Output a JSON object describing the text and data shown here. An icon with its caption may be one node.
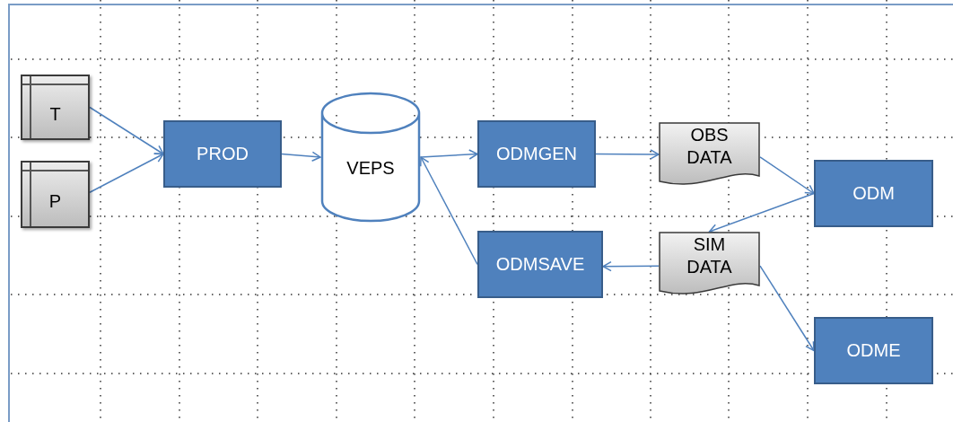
{
  "diagram": {
    "nodes": [
      {
        "text": [
          "T"
        ]
      },
      {
        "text": [
          "P"
        ]
      },
      {
        "text": [
          "PROD"
        ]
      },
      {
        "text": [
          "VEPS"
        ]
      },
      {
        "text": [
          "ODMGEN"
        ]
      },
      {
        "text": [
          "OBS DATA"
        ]
      },
      {
        "text": [
          "ODM"
        ]
      },
      {
        "text": [
          "SIM DATA"
        ]
      },
      {
        "text": [
          "ODMSAVE"
        ]
      },
      {
        "text": [
          "ODME"
        ]
      }
    ],
    "edges": [
      {
        "from": 0,
        "to": 2,
        "arrow": "to"
      },
      {
        "from": 1,
        "to": 2,
        "arrow": "to"
      },
      {
        "from": 2,
        "to": 3,
        "arrow": "to"
      },
      {
        "from": 3,
        "to": 4,
        "arrow": "to"
      },
      {
        "from": 4,
        "to": 5,
        "arrow": "to"
      },
      {
        "from": 5,
        "to": 6,
        "arrow": "to"
      },
      {
        "from": 6,
        "to": 7,
        "arrow": "to"
      },
      {
        "from": 7,
        "to": 8,
        "arrow": "to"
      },
      {
        "from": 8,
        "to": 3,
        "arrow": "to"
      },
      {
        "from": 7,
        "to": 9,
        "arrow": "to"
      }
    ]
  }
}
